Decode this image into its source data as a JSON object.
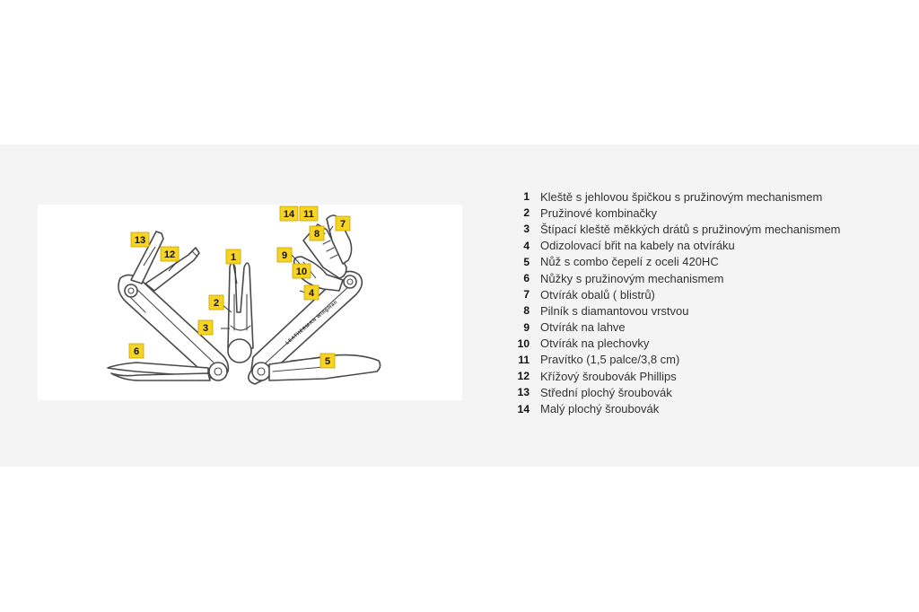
{
  "callouts": {
    "c1": "1",
    "c2": "2",
    "c3": "3",
    "c4": "4",
    "c5": "5",
    "c6": "6",
    "c7": "7",
    "c8": "8",
    "c9": "9",
    "c10": "10",
    "c11": "11",
    "c12": "12",
    "c13": "13",
    "c14": "14"
  },
  "brand_text": "LEATHERMAN Wingman",
  "legend": [
    {
      "num": "1",
      "text": "Kleště s jehlovou špičkou s pružinovým mechanismem"
    },
    {
      "num": "2",
      "text": "Pružinové kombinačky"
    },
    {
      "num": "3",
      "text": "Štípací kleště měkkých drátů s pružinovým mechanismem"
    },
    {
      "num": "4",
      "text": "Odizolovací břit na kabely na otvíráku"
    },
    {
      "num": "5",
      "text": "Nůž s combo čepelí z oceli 420HC"
    },
    {
      "num": "6",
      "text": "Nůžky s pružinovým mechanismem"
    },
    {
      "num": "7",
      "text": "Otvírák obalů ( blistrů)"
    },
    {
      "num": "8",
      "text": "Pilník s diamantovou vrstvou"
    },
    {
      "num": "9",
      "text": "Otvírák na lahve"
    },
    {
      "num": "10",
      "text": "Otvírák na plechovky"
    },
    {
      "num": "11",
      "text": "Pravítko (1,5 palce/3,8 cm)"
    },
    {
      "num": "12",
      "text": "Křížový šroubovák Phillips"
    },
    {
      "num": "13",
      "text": "Střední plochý šroubovák"
    },
    {
      "num": "14",
      "text": "Malý plochý šroubovák"
    }
  ],
  "colors": {
    "callout_fill": "#f7d322",
    "band": "#f4f4f4"
  }
}
